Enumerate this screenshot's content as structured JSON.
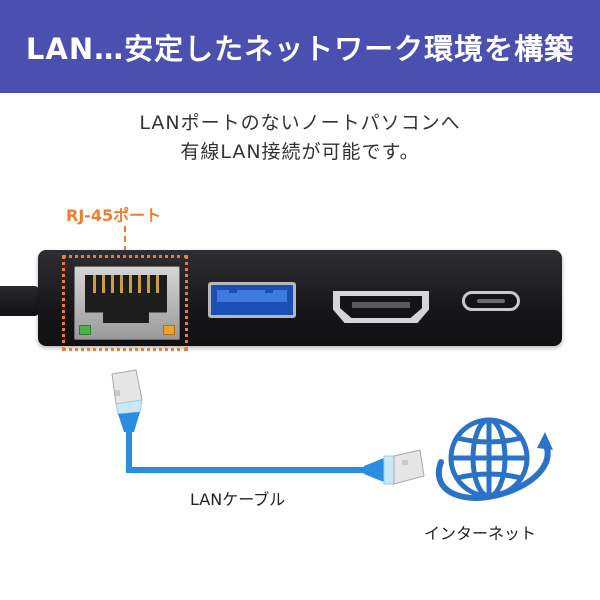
{
  "banner": {
    "title": "LAN…安定したネットワーク環境を構築",
    "bg_color": "#4a4fb0"
  },
  "description": {
    "line1": "LANポートのないノートパソコンへ",
    "line2": "有線LAN接続が可能です。"
  },
  "device": {
    "rj45_label": "RJ-45ポート",
    "highlight_color": "#ef7d2c",
    "ports": [
      "rj45-port",
      "usb-a-port",
      "hdmi-port",
      "usb-c-port"
    ]
  },
  "diagram": {
    "cable_label": "LANケーブル",
    "cable_color": "#2a8de0",
    "internet_label": "インターネット",
    "globe_color": "#2a72c8",
    "icon": "globe-icon"
  }
}
